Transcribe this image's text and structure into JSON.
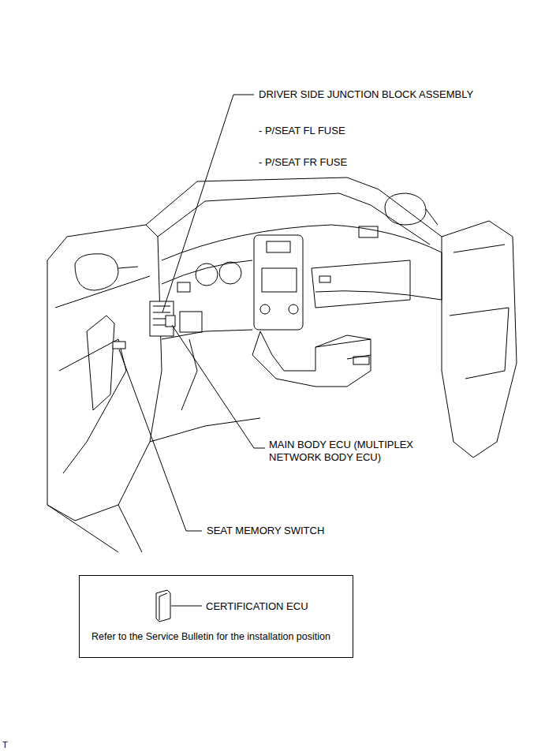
{
  "diagram": {
    "nodes": [
      {
        "text": [
          "CERTIFICATION ECU",
          "Refer to the Service Bulletin for the installation position"
        ]
      }
    ],
    "labels": [
      "DRIVER SIDE JUNCTION BLOCK ASSEMBLY",
      "- P/SEAT FL FUSE",
      "- P/SEAT FR FUSE",
      "MAIN BODY ECU (MULTIPLEX NETWORK BODY ECU)",
      "SEAT MEMORY SWITCH",
      "T"
    ]
  }
}
